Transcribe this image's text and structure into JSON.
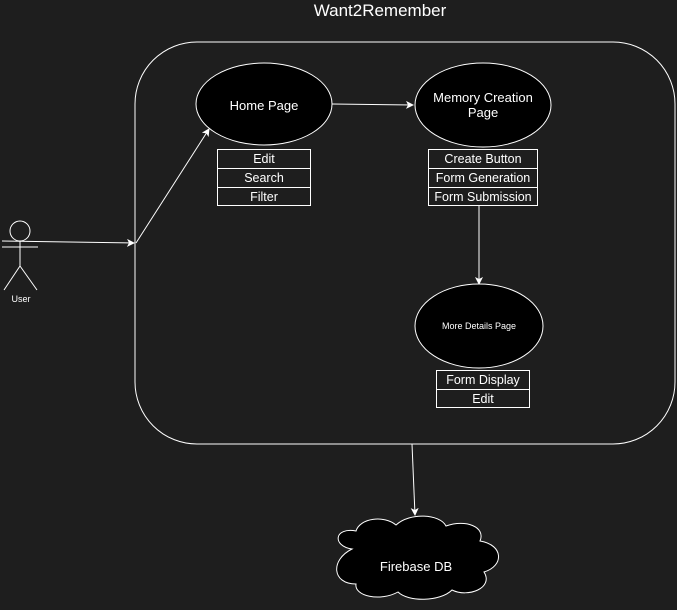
{
  "title": "Want2Remember",
  "actor": {
    "label": "User"
  },
  "nodes": {
    "home": {
      "label": "Home Page",
      "features": [
        "Edit",
        "Search",
        "Filter"
      ]
    },
    "memory_creation": {
      "label": "Memory Creation Page",
      "features": [
        "Create Button",
        "Form Generation",
        "Form Submission"
      ]
    },
    "more_details": {
      "label": "More Details Page",
      "features": [
        "Form Display",
        "Edit"
      ]
    },
    "database": {
      "label": "Firebase DB"
    }
  },
  "colors": {
    "background": "#1e1e1e",
    "stroke": "#ffffff",
    "fill": "#000000"
  }
}
